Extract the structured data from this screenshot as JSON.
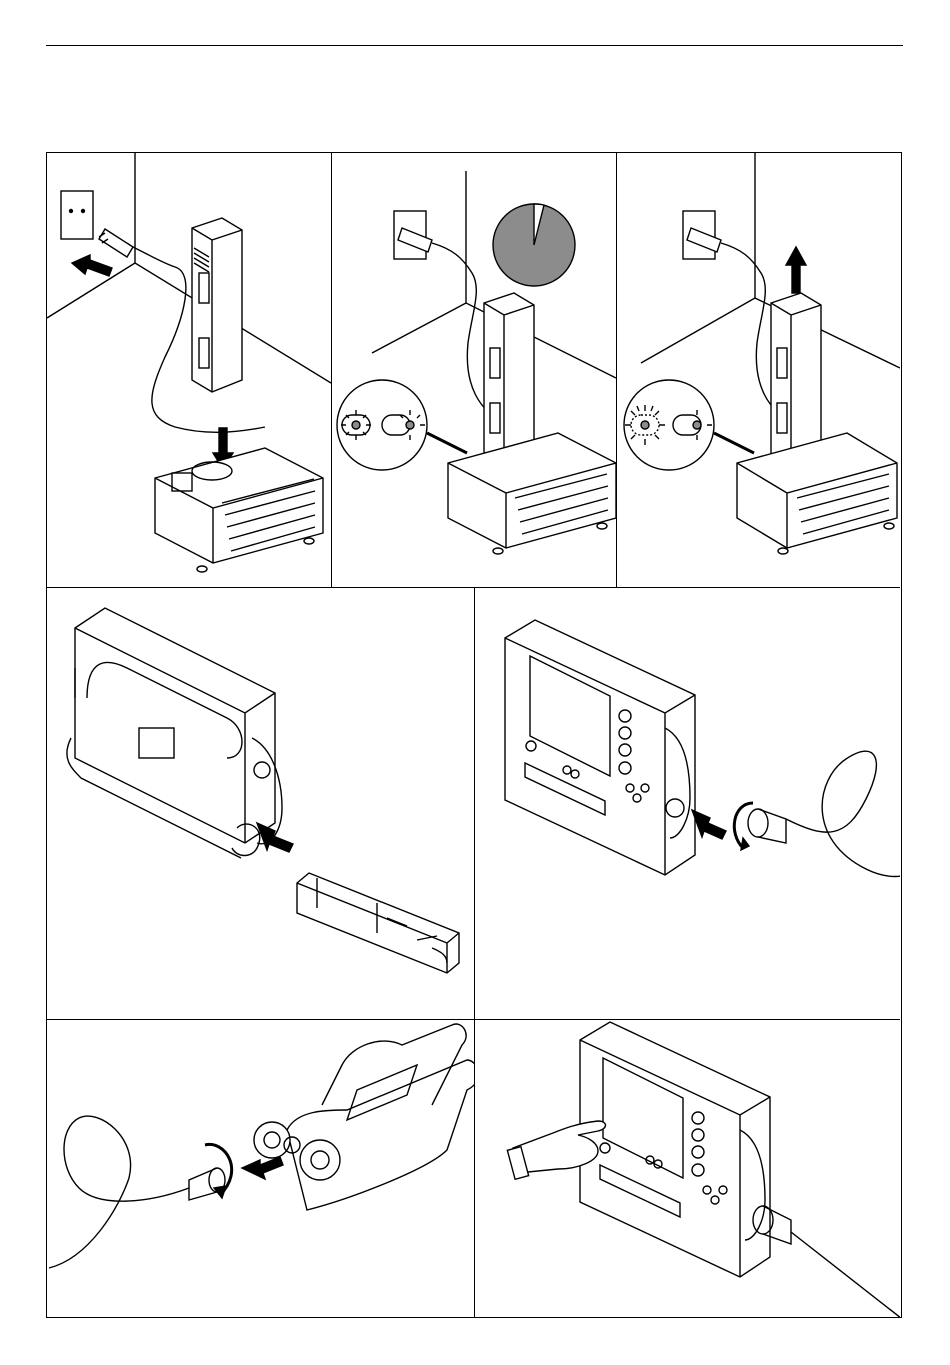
{
  "page": {
    "figures": [
      {
        "id": "fig1",
        "icons": [
          "wall-outlet-icon",
          "plug-icon",
          "arrow-icon",
          "battery-icon",
          "charger-icon"
        ]
      },
      {
        "id": "fig2",
        "icons": [
          "wall-outlet-icon",
          "pie-timer-icon",
          "led-indicator-icon",
          "battery-icon",
          "charger-icon"
        ]
      },
      {
        "id": "fig3",
        "icons": [
          "wall-outlet-icon",
          "arrow-up-icon",
          "led-indicator-icon",
          "battery-icon",
          "charger-icon"
        ]
      },
      {
        "id": "fig4",
        "icons": [
          "device-back-icon",
          "battery-pack-icon",
          "arrow-icon"
        ]
      },
      {
        "id": "fig5",
        "icons": [
          "monitor-device-icon",
          "cable-connector-icon",
          "rotate-arrow-icon"
        ]
      },
      {
        "id": "fig6",
        "icons": [
          "scanner-icon",
          "cable-connector-icon",
          "rotate-arrow-icon"
        ]
      },
      {
        "id": "fig7",
        "icons": [
          "monitor-device-icon",
          "hand-icon",
          "cable-icon"
        ]
      }
    ],
    "charge_level": 0.95,
    "colors": {
      "line": "#000000",
      "fill_gray": "#8c8c8c",
      "background": "#ffffff"
    }
  }
}
